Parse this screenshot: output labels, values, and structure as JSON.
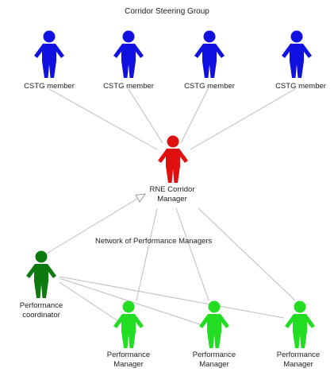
{
  "diagram": {
    "title": "Corridor Steering Group",
    "network_label": "Network of Performance Managers",
    "members": [
      {
        "label": "CSTG member",
        "color": "#1010e0"
      },
      {
        "label": "CSTG member",
        "color": "#1010e0"
      },
      {
        "label": "CSTG member",
        "color": "#1010e0"
      },
      {
        "label": "CSTG member",
        "color": "#1010e0"
      }
    ],
    "manager": {
      "line1": "RNE Corridor",
      "line2": "Manager",
      "color": "#e01010"
    },
    "coordinator": {
      "line1": "Performance",
      "line2": "coordinator",
      "color": "#0d7a10"
    },
    "performance_managers": [
      {
        "line1": "Performance",
        "line2": "Manager",
        "color": "#22dd22"
      },
      {
        "line1": "Performance",
        "line2": "Manager",
        "color": "#22dd22"
      },
      {
        "line1": "Performance",
        "line2": "Manager",
        "color": "#22dd22"
      }
    ],
    "line_color": "#bdbdbd"
  }
}
